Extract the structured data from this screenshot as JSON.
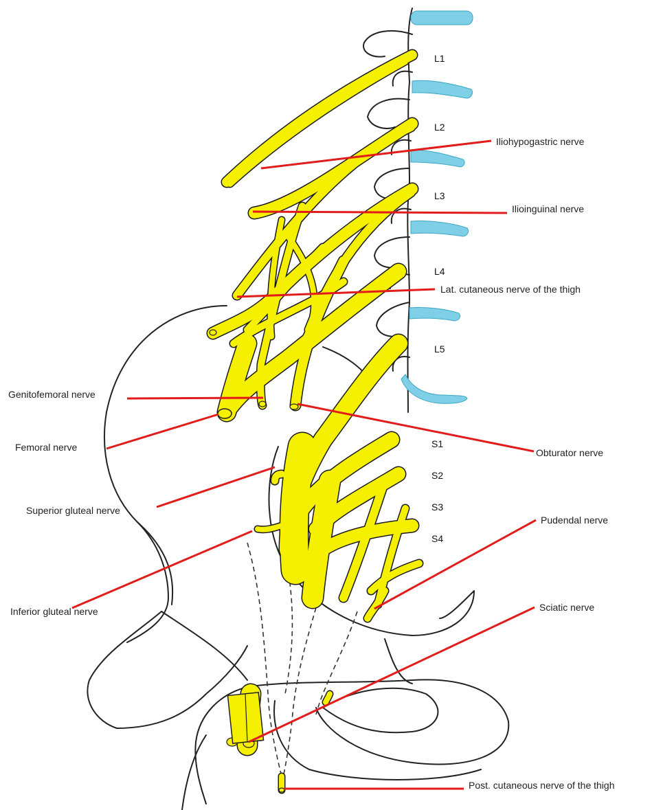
{
  "segments": [
    "L1",
    "L2",
    "L3",
    "L4",
    "L5",
    "S1",
    "S2",
    "S3",
    "S4"
  ],
  "labels": {
    "iliohypogastric": "Iliohypogastric nerve",
    "ilioinguinal": "Ilioinguinal nerve",
    "lat_cutaneous": "Lat. cutaneous nerve of the thigh",
    "genitofemoral": "Genitofemoral nerve",
    "femoral": "Femoral nerve",
    "obturator": "Obturator nerve",
    "superior_gluteal": "Superior gluteal nerve",
    "pudendal": "Pudendal  nerve",
    "inferior_gluteal": "Inferior gluteal nerve",
    "sciatic": "Sciatic nerve",
    "post_cutaneous": "Post. cutaneous nerve of the thigh"
  },
  "colors": {
    "nerve": "#f5ef00",
    "leader": "#e21b1b",
    "disc": "#7fd0e6",
    "outline": "#222222"
  }
}
